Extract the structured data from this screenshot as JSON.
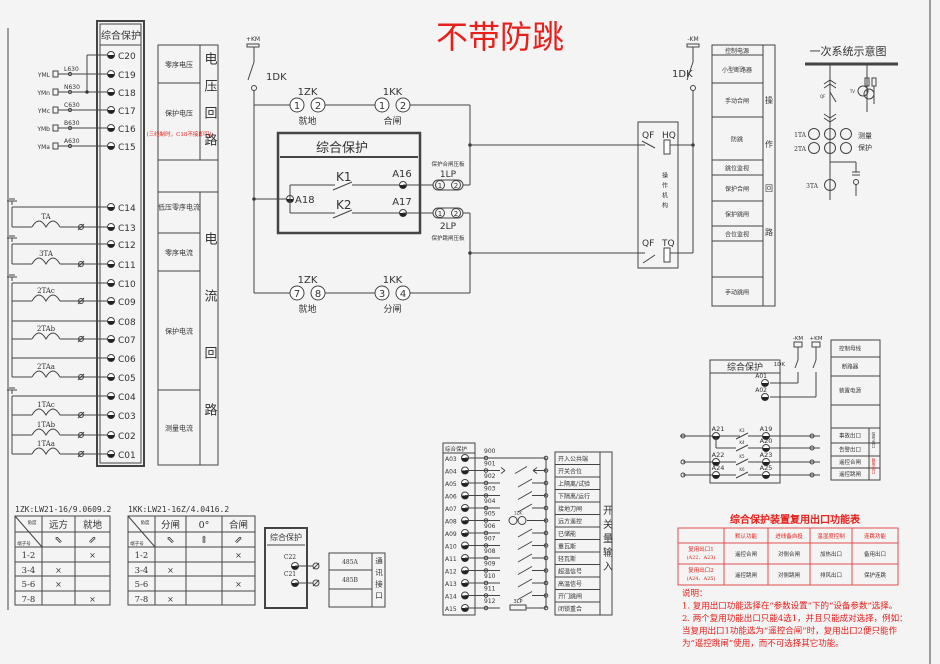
{
  "title": "不带防跳",
  "colors": {
    "title": "#e8201c",
    "line": "#444444",
    "note": "#e8201c",
    "table_border": "#e05050",
    "background": "#f4f4f4"
  },
  "left_panel": {
    "header": "综合保护",
    "terminals": [
      "C20",
      "C19",
      "C18",
      "C17",
      "C16",
      "C15",
      "C14",
      "C13",
      "C12",
      "C11",
      "C10",
      "C09",
      "C08",
      "C07",
      "C06",
      "C05",
      "C04",
      "C03",
      "C02",
      "C01"
    ],
    "vt_inputs": [
      {
        "name": "YML",
        "wire": "L630"
      },
      {
        "name": "YMn",
        "wire": "N630"
      },
      {
        "name": "YMc",
        "wire": "C630"
      },
      {
        "name": "YMb",
        "wire": "B630"
      },
      {
        "name": "YMa",
        "wire": "A630"
      }
    ],
    "ct_labels": [
      "TA",
      "3TA",
      "2TAc",
      "2TAb",
      "2TAa",
      "1TAc",
      "1TAb",
      "1TAa"
    ],
    "function_table": {
      "rows": [
        "零序电压",
        "保护电压",
        "",
        "低压零序电流",
        "零序电流",
        "保护电流",
        "测量电流"
      ],
      "note": "(三线制时，C18不接即可)",
      "side_voltage": "电压回路",
      "side_current": "电流回路"
    }
  },
  "control_circuit": {
    "plus_km": "+KM",
    "minus_km": "-KM",
    "dk_left": "1DK",
    "dk_right": "1DK",
    "zk_top": {
      "name": "1ZK",
      "pins": [
        "1",
        "2"
      ],
      "label": "就地"
    },
    "kk_top": {
      "name": "1KK",
      "pins": [
        "1",
        "2"
      ],
      "label": "合闸"
    },
    "zk_bottom": {
      "name": "1ZK",
      "pins": [
        "7",
        "8"
      ],
      "label": "就地"
    },
    "kk_bottom": {
      "name": "1KK",
      "pins": [
        "3",
        "4"
      ],
      "label": "分闸"
    },
    "relay_box": {
      "header": "综合保护",
      "k1": "K1",
      "k2": "K2",
      "a16": "A16",
      "a17": "A17",
      "a18": "A18"
    },
    "lp1": {
      "name": "1LP",
      "label": "保护合闸压板",
      "pins": [
        "1",
        "2"
      ]
    },
    "lp2": {
      "name": "2LP",
      "label": "保护跳闸压板",
      "pins": [
        "1",
        "2"
      ]
    },
    "mechanism": {
      "qf_top": "QF",
      "hq": "HQ",
      "qf_bottom": "QF",
      "tq": "TQ",
      "label": "操作机构"
    }
  },
  "operation_table": {
    "rows": [
      "控制电源",
      "小型断路器",
      "手动合闸",
      "防跳",
      "跳位监视",
      "保护合闸",
      "保护跳闸",
      "合位监视",
      "",
      "手动跳闸"
    ],
    "side": "操作回路"
  },
  "primary": {
    "title": "一次系统示意图",
    "qf": "QF",
    "tv": "TV",
    "ta1": "1TA",
    "ta2": "2TA",
    "measure": "测量",
    "protect": "保护",
    "ta3": "3TA"
  },
  "output_panel": {
    "header": "综合保护",
    "minus_km": "-KM",
    "plus_km": "+KM",
    "dk": "1DK",
    "terminals": {
      "a01": "A01",
      "a02": "A02",
      "a21": "A21",
      "a19": "A19",
      "a20": "A20",
      "a22": "A22",
      "a23": "A23",
      "a24": "A24",
      "a25": "A25"
    },
    "contacts": [
      "K3",
      "K4",
      "K5",
      "K6"
    ],
    "table_rows": [
      "控制母线",
      "断路器",
      "装置电源",
      "",
      "事故出口",
      "告警出口",
      "遥控合闸",
      "遥控跳闸"
    ],
    "signal_side": "信号出口",
    "reuse_side": "复用出口"
  },
  "reuse_table": {
    "title": "综合保护装置复用出口功能表",
    "headers": [
      "",
      "默认功能",
      "进线备自投",
      "温湿度控制",
      "连跳功能"
    ],
    "rows": [
      {
        "name": "复用出口1",
        "sub": "(A22、A23)",
        "cells": [
          "遥控合闸",
          "对侧合闸",
          "加热出口",
          "备用出口"
        ]
      },
      {
        "name": "复用出口2",
        "sub": "(A24、A25)",
        "cells": [
          "遥控跳闸",
          "对侧跳闸",
          "排风出口",
          "保护连跳"
        ]
      }
    ],
    "notes": [
      "说明：",
      "1. 复用出口功能选择在“参数设置”下的“设备参数”选择。",
      "2. 两个复用功能出口只能4选1，并且只能成对选择，例如：",
      "当复用出口1功能选为“遥控合闸”时，复用出口2便只能作",
      "为“遥控跳闸”使用，而不可选择其它功能。"
    ]
  },
  "inputs_panel": {
    "header": "综合保护",
    "terminals": [
      "A03",
      "A04",
      "A05",
      "A06",
      "A07",
      "A08",
      "A09",
      "A10",
      "A11",
      "A12",
      "A13",
      "A14",
      "A15"
    ],
    "wires": [
      "900",
      "901",
      "902",
      "903",
      "904",
      "905",
      "906",
      "907",
      "908",
      "909",
      "910",
      "911",
      "912"
    ],
    "kk_label": "1ZK",
    "lp_label": "3LP",
    "labels": [
      "开入公共端",
      "开关合位",
      "上隔离/试验",
      "下隔离/运行",
      "接地刀闸",
      "远方遥控",
      "已储能",
      "重瓦斯",
      "轻瓦斯",
      "超温信号",
      "高温信号",
      "开门跳闸",
      "闭锁重合"
    ],
    "side": "开关量输入"
  },
  "zk_table": {
    "title": "1ZK:LW21-16/9.0609.2",
    "corner_top": "角度",
    "corner_bottom": "端子号",
    "columns": [
      "远方",
      "就地"
    ],
    "handle_icons": [
      "handle-left-icon",
      "handle-right-icon"
    ],
    "rows": [
      {
        "pins": "1-2",
        "marks": [
          "",
          "×"
        ]
      },
      {
        "pins": "3-4",
        "marks": [
          "×",
          ""
        ]
      },
      {
        "pins": "5-6",
        "marks": [
          "×",
          ""
        ]
      },
      {
        "pins": "7-8",
        "marks": [
          "",
          "×"
        ]
      }
    ]
  },
  "kk_table": {
    "title": "1KK:LW21-16Z/4.0416.2",
    "corner_top": "角度",
    "corner_bottom": "端子号",
    "columns": [
      "分闸",
      "0°",
      "合闸"
    ],
    "handle_icons": [
      "handle-left-icon",
      "handle-up-icon",
      "handle-right-icon"
    ],
    "rows": [
      {
        "pins": "1-2",
        "marks": [
          "",
          "",
          "×"
        ]
      },
      {
        "pins": "3-4",
        "marks": [
          "×",
          "",
          ""
        ]
      },
      {
        "pins": "5-6",
        "marks": [
          "",
          "",
          "×"
        ]
      },
      {
        "pins": "7-8",
        "marks": [
          "×",
          "",
          ""
        ]
      }
    ]
  },
  "comm_panel": {
    "header": "综合保护",
    "c22": "C22",
    "c21": "C21",
    "rows": [
      "485A",
      "485B",
      ""
    ],
    "side": "通讯接口"
  }
}
